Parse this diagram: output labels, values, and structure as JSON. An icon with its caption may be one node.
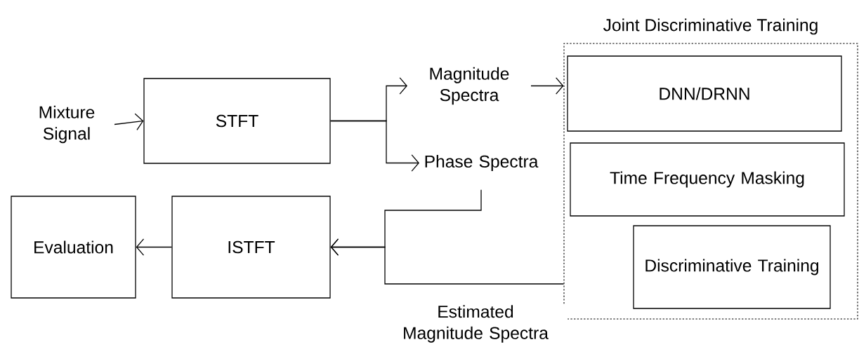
{
  "diagram": {
    "nodes": [
      {
        "text": [
          "Mixture Signal"
        ]
      },
      {
        "text": [
          "STFT"
        ]
      },
      {
        "text": [
          "Magnitude Spectra"
        ]
      },
      {
        "text": [
          "Phase Spectra"
        ]
      },
      {
        "text": [
          "Joint Discriminative Training"
        ]
      },
      {
        "text": [
          "DNN/DRNN"
        ],
        "in": 4
      },
      {
        "text": [
          "Time Frequency Masking"
        ],
        "in": 4
      },
      {
        "text": [
          "Discriminative Training"
        ],
        "in": 4
      },
      {
        "text": [
          "ISTFT"
        ]
      },
      {
        "text": [
          "Evaluation"
        ]
      }
    ],
    "edges": [
      {
        "from": 0,
        "to": 1,
        "arrow": "to"
      },
      {
        "from": 1,
        "to": 2,
        "arrow": "to"
      },
      {
        "from": 1,
        "to": 3,
        "arrow": "to"
      },
      {
        "from": 2,
        "to": 4,
        "arrow": "to"
      },
      {
        "from": 3,
        "to": 8,
        "arrow": "to"
      },
      {
        "from": 4,
        "to": 8,
        "arrow": "to",
        "label": "Estimated Magnitude Spectra"
      },
      {
        "from": 8,
        "to": 9,
        "arrow": "to"
      }
    ]
  }
}
